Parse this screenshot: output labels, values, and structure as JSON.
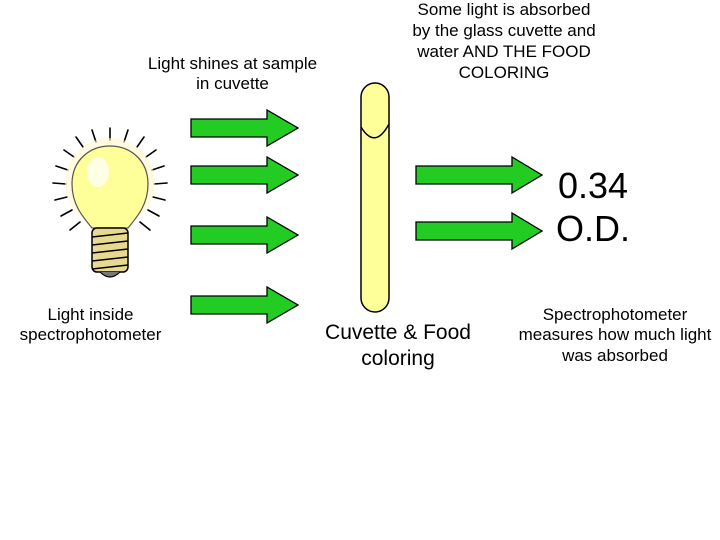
{
  "labels": {
    "light_shines": "Light shines at sample in cuvette",
    "some_light_absorbed": "Some light is absorbed by the glass cuvette and water AND  THE FOOD COLORING",
    "od_value": "0.34 O.D.",
    "light_inside": "Light inside spectrophotometer",
    "cuvette_food_coloring": "Cuvette & Food coloring",
    "spectrophotometer_measures": "Spectrophotometer measures how much light was absorbed"
  },
  "icons": {
    "bulb": "light-bulb-icon",
    "cuvette": "cuvette-icon",
    "arrow": "arrow-right-icon"
  },
  "colors": {
    "arrow_fill": "#22cc22",
    "arrow_stroke": "#000000",
    "cuvette_fill": "#ffff99",
    "bulb_glass": "#ffff9a",
    "bulb_base": "#e8d890"
  }
}
